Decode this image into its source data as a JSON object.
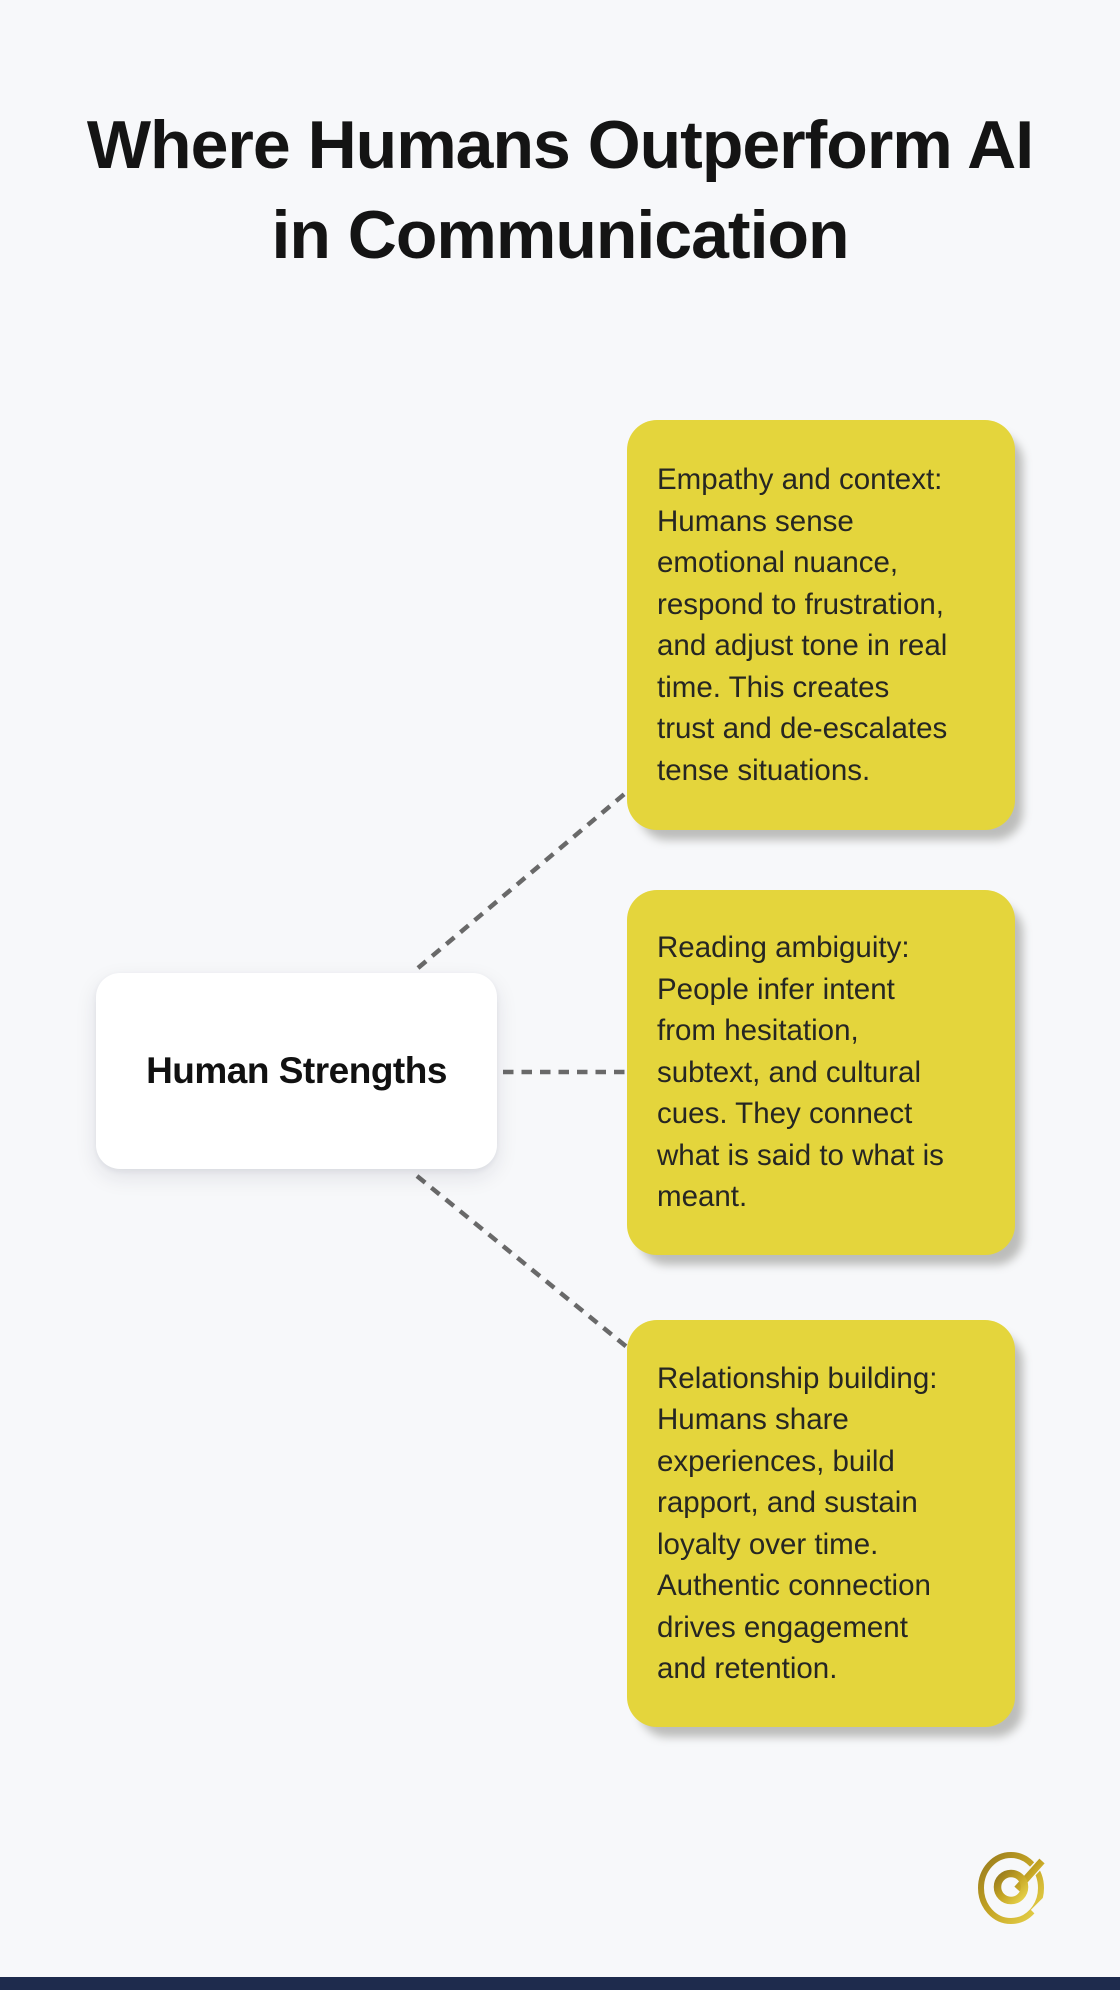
{
  "title": {
    "text": "Where Humans Outperform AI\nin Communication"
  },
  "center": {
    "label": "Human Strengths"
  },
  "branches": [
    {
      "id": "empathy-and-context",
      "text": "Empathy and context:\nHumans sense\nemotional nuance,\nrespond to frustration,\nand adjust tone in real\ntime. This creates\ntrust and de-escalates\ntense situations."
    },
    {
      "id": "reading-ambiguity",
      "text": "Reading ambiguity:\nPeople infer intent\nfrom hesitation,\nsubtext, and cultural\ncues. They connect\nwhat is said to what is\nmeant."
    },
    {
      "id": "relationship-building",
      "text": "Relationship building:\nHumans share\nexperiences, build\nrapport, and sustain\nloyalty over time.\nAuthentic connection\ndrives engagement\nand retention."
    }
  ],
  "footer": {
    "logo_icon": "gold-q-monogram"
  },
  "colors": {
    "background": "#f7f8fa",
    "card_yellow": "#e4d53c",
    "card_text": "#262623",
    "title_text": "#141414",
    "center_bg": "#ffffff",
    "center_text": "#111111",
    "connector_gray": "#696969",
    "footer_bar_navy": "#1e2b4d"
  }
}
